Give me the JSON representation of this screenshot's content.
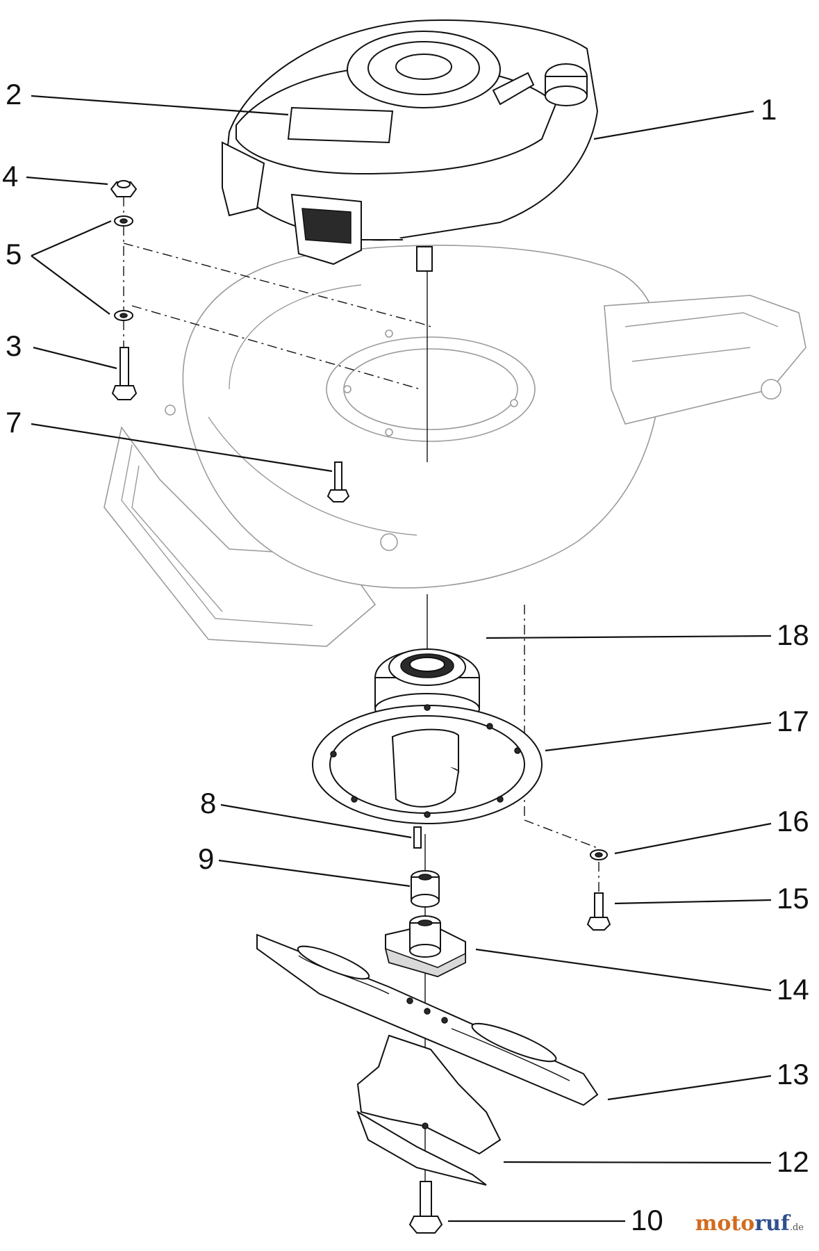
{
  "callouts": [
    {
      "id": "1",
      "label": "1"
    },
    {
      "id": "2",
      "label": "2"
    },
    {
      "id": "3",
      "label": "3"
    },
    {
      "id": "4",
      "label": "4"
    },
    {
      "id": "5",
      "label": "5"
    },
    {
      "id": "7",
      "label": "7"
    },
    {
      "id": "8",
      "label": "8"
    },
    {
      "id": "9",
      "label": "9"
    },
    {
      "id": "10",
      "label": "10"
    },
    {
      "id": "12",
      "label": "12"
    },
    {
      "id": "13",
      "label": "13"
    },
    {
      "id": "14",
      "label": "14"
    },
    {
      "id": "15",
      "label": "15"
    },
    {
      "id": "16",
      "label": "16"
    },
    {
      "id": "17",
      "label": "17"
    },
    {
      "id": "18",
      "label": "18"
    }
  ],
  "watermark": {
    "brand_a": "moto",
    "brand_b": "ruf",
    "tld": ".de"
  }
}
